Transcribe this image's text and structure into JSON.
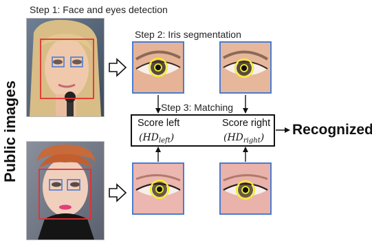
{
  "step1": "Step 1: Face and eyes detection",
  "step2": "Step 2: Iris segmentation",
  "step3": "Step 3: Matching",
  "side_label": "Public images",
  "score_left": {
    "label": "Score left",
    "hd_open": "(HD",
    "hd_sub": "left",
    "hd_close": ")"
  },
  "score_right": {
    "label": "Score right",
    "hd_open": "(HD",
    "hd_sub": "right",
    "hd_close": ")"
  },
  "result": "Recognized",
  "colors": {
    "face_box": "#e53030",
    "eye_box": "#4a7bd0",
    "iris_circle": "#f2ee2e"
  }
}
